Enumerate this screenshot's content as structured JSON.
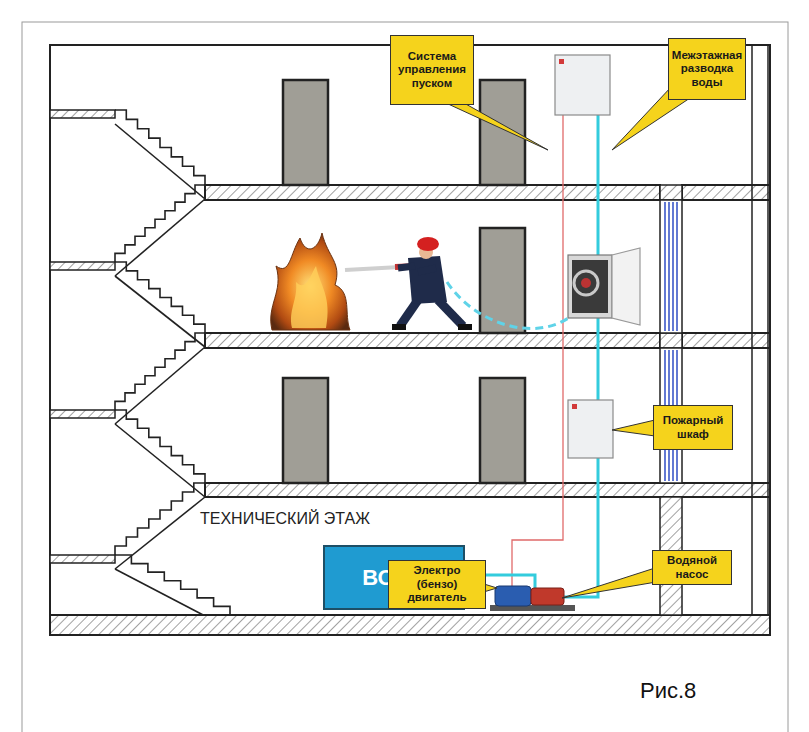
{
  "diagram": {
    "caption": "Рис.8",
    "nodes": [
      {
        "text": [
          "Система управления пуском"
        ]
      },
      {
        "text": [
          "Межэтажная разводка воды"
        ]
      },
      {
        "text": [
          "Пожарный шкаф"
        ]
      },
      {
        "text": [
          "ВОДА"
        ]
      },
      {
        "text": [
          "Электро (бензо) двигатель"
        ]
      },
      {
        "text": [
          "Водяной насос"
        ]
      }
    ],
    "labels": [
      "ТЕХНИЧЕСКИЙ ЭТАЖ"
    ]
  }
}
